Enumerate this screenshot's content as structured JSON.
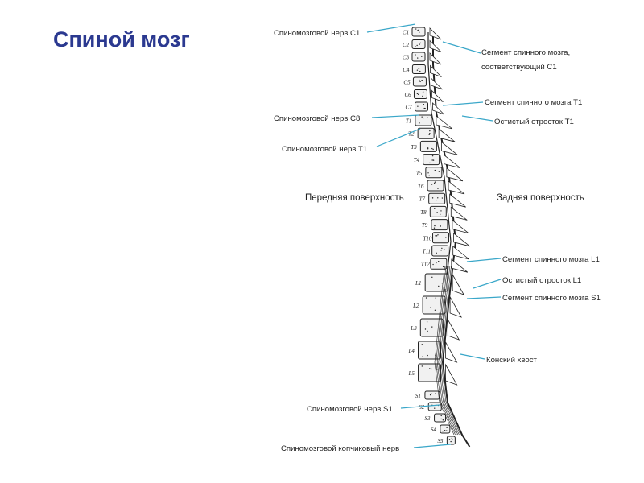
{
  "title": "Спиной мозг",
  "colors": {
    "title": "#2b3990",
    "leader": "#3aa7c9",
    "ink": "#222222"
  },
  "regions": {
    "anterior": "Передняя поверхность",
    "posterior": "Задняя поверхность"
  },
  "callouts": {
    "nerve_c1": "Спиномозговой нерв C1",
    "segment_c1_line1": "Сегмент спинного мозга,",
    "segment_c1_line2": "соответствующий C1",
    "segment_t1": "Сегмент спинного мозга T1",
    "nerve_c8": "Спиномозговой нерв C8",
    "process_t1": "Остистый отросток T1",
    "nerve_t1": "Спиномозговой нерв T1",
    "segment_l1": "Сегмент спинного мозга L1",
    "process_l1": "Остистый отросток L1",
    "segment_s1": "Сегмент спинного мозга S1",
    "cauda_equina": "Конский хвост",
    "nerve_s1": "Спиномозговой нерв S1",
    "nerve_coccygeal": "Спиномозговой копчиковый нерв"
  },
  "vertebra_labels": [
    "C1",
    "C2",
    "C3",
    "C4",
    "C5",
    "C6",
    "C7",
    "T1",
    "T2",
    "T3",
    "T4",
    "T5",
    "T6",
    "T7",
    "T8",
    "T9",
    "T10",
    "T11",
    "T12",
    "L1",
    "L2",
    "L3",
    "L4",
    "L5",
    "S1",
    "S2",
    "S3",
    "S4",
    "S5"
  ]
}
